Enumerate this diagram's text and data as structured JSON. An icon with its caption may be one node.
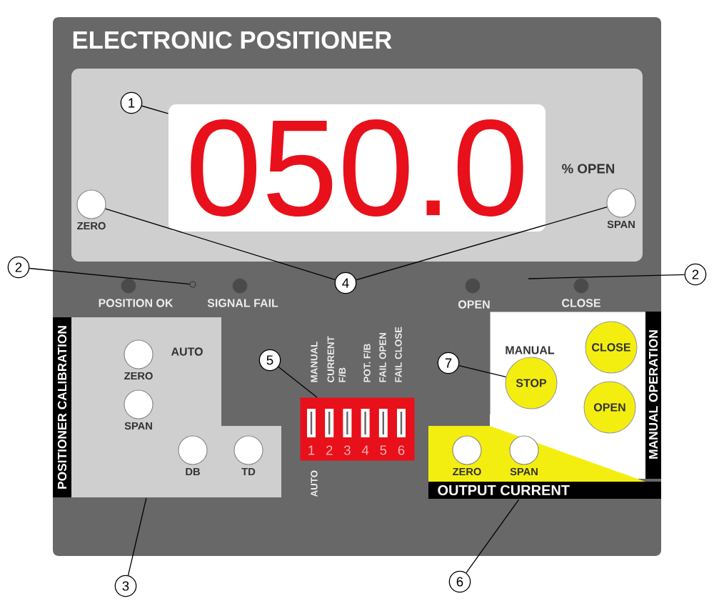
{
  "diagram": {
    "title": "ELECTRONIC POSITIONER",
    "nodes": [
      {
        "text": [
          "050.0"
        ]
      },
      {
        "text": [
          "ZERO"
        ]
      },
      {
        "text": [
          "SPAN"
        ]
      },
      {
        "text": [],
        "shape": "circle"
      },
      {
        "text": [
          "POSITIONER CALIBRATION"
        ]
      },
      {
        "text": [
          "ZERO"
        ],
        "in": 4
      },
      {
        "text": [
          "SPAN"
        ],
        "in": 4
      },
      {
        "text": [
          "DB"
        ],
        "in": 4
      },
      {
        "text": [
          "TD"
        ],
        "in": 4
      },
      {
        "text": [
          "1",
          "2",
          "3",
          "4",
          "5",
          "6"
        ]
      },
      {
        "text": [
          "MANUAL OPERATION"
        ]
      },
      {
        "text": [
          "CLOSE"
        ],
        "in": 10
      },
      {
        "text": [
          "STOP"
        ],
        "in": 10
      },
      {
        "text": [
          "OPEN"
        ],
        "in": 10
      },
      {
        "text": [
          "OUTPUT CURRENT"
        ]
      },
      {
        "text": [
          "ZERO"
        ],
        "in": 14
      },
      {
        "text": [
          "SPAN"
        ],
        "in": 14
      },
      {
        "text": [
          "1"
        ]
      },
      {
        "text": [
          "2"
        ]
      },
      {
        "text": [
          "4"
        ]
      },
      {
        "text": [
          "2"
        ]
      },
      {
        "text": [
          "5"
        ]
      },
      {
        "text": [
          "7"
        ]
      },
      {
        "text": [
          "3"
        ]
      },
      {
        "text": [
          "6"
        ]
      }
    ],
    "edges": [
      {
        "from": 17,
        "to": 0,
        "arrow": "none"
      },
      {
        "from": 18,
        "to": 3,
        "arrow": "none"
      },
      {
        "from": 19,
        "to": 1,
        "arrow": "none"
      },
      {
        "from": 19,
        "to": 2,
        "arrow": "none"
      },
      {
        "from": 20,
        "to": null,
        "arrow": "none"
      },
      {
        "from": 21,
        "to": 9,
        "arrow": "none"
      },
      {
        "from": 22,
        "to": 12,
        "arrow": "none"
      },
      {
        "from": 23,
        "to": 4,
        "arrow": "none"
      },
      {
        "from": 24,
        "to": 14,
        "arrow": "none"
      }
    ],
    "labels": [
      "% OPEN",
      "POSITION OK",
      "SIGNAL FAIL",
      "OPEN",
      "CLOSE",
      "AUTO",
      "MANUAL",
      "CURRENT F/B",
      "POT. F/B",
      "FAIL OPEN",
      "FAIL CLOSE",
      "AUTO",
      "MANUAL"
    ]
  }
}
